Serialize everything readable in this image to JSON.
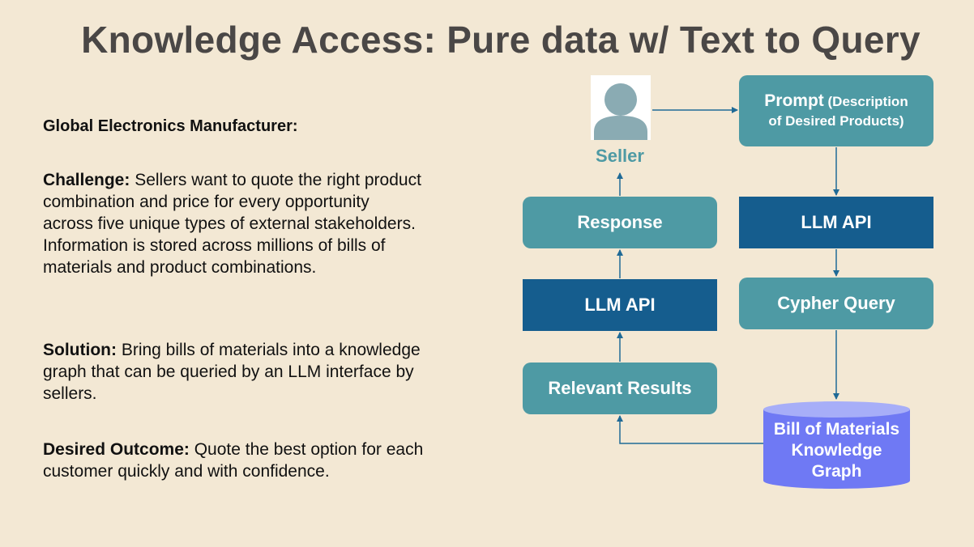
{
  "title": "Knowledge Access: Pure data w/ Text to Query",
  "left_panel": {
    "company": "Global Electronics Manufacturer:",
    "challenge_label": "Challenge:",
    "challenge_text": " Sellers want to quote the right product combination and price for every opportunity across five unique types of external stakeholders. Information is stored across millions of bills of materials and product combinations.",
    "solution_label": "Solution:",
    "solution_text": " Bring bills of materials into a knowledge graph that can be queried by an LLM interface by sellers.",
    "outcome_label": "Desired Outcome:",
    "outcome_text": " Quote the best option for each customer quickly and with confidence."
  },
  "diagram": {
    "seller_label": "Seller",
    "prompt_title": "Prompt",
    "prompt_desc_part1": " (Description",
    "prompt_desc_part2": "of Desired Products)",
    "llm_api_right": "LLM API",
    "cypher_query": "Cypher Query",
    "response": "Response",
    "llm_api_left": "LLM API",
    "relevant_results": "Relevant Results",
    "database_line1": "Bill of Materials",
    "database_line2": "Knowledge",
    "database_line3": "Graph",
    "icons": [
      "person-avatar-icon",
      "database-cylinder-icon"
    ],
    "colors": {
      "teal_box": "#4e9aa4",
      "navy_box": "#155d8e",
      "database": "#6f79f4",
      "arrow": "#1f6a96",
      "background": "#f3e8d4"
    }
  }
}
